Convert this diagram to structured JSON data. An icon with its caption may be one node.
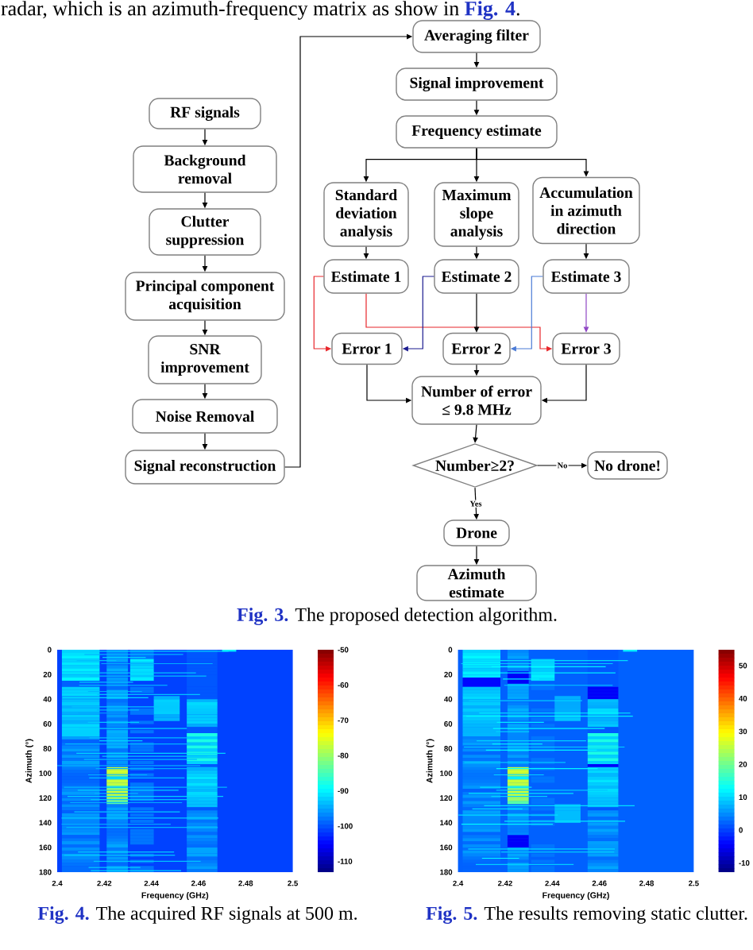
{
  "diagram": {
    "caption": "**Fig. 3.** The proposed detection algorithm.",
    "nodes": [
      {
        "text": [
          "RF signals"
        ]
      },
      {
        "text": [
          "Background removal"
        ]
      },
      {
        "text": [
          "Clutter suppression"
        ]
      },
      {
        "text": [
          "Principal component acquisition"
        ]
      },
      {
        "text": [
          "SNR improvement"
        ]
      },
      {
        "text": [
          "Noise Removal"
        ]
      },
      {
        "text": [
          "Signal reconstruction"
        ]
      },
      {
        "text": [
          "Averaging filter"
        ]
      },
      {
        "text": [
          "Signal improvement"
        ]
      },
      {
        "text": [
          "Frequency estimate"
        ]
      },
      {
        "text": [
          "Standard deviation analysis"
        ]
      },
      {
        "text": [
          "Maximum slope analysis"
        ]
      },
      {
        "text": [
          "Accumulation in azimuth direction"
        ]
      },
      {
        "text": [
          "Estimate 1"
        ]
      },
      {
        "text": [
          "Estimate 2"
        ]
      },
      {
        "text": [
          "Estimate 3"
        ]
      },
      {
        "text": [
          "Error 1"
        ]
      },
      {
        "text": [
          "Error 2"
        ]
      },
      {
        "text": [
          "Error 3"
        ]
      },
      {
        "text": [
          "Number of error ≤ 9.8 MHz"
        ]
      },
      {
        "text": [
          "Number≥2?"
        ]
      },
      {
        "text": [
          "No drone!"
        ]
      },
      {
        "text": [
          "Drone"
        ]
      },
      {
        "text": [
          "Azimuth estimate"
        ]
      }
    ],
    "edges": [
      {
        "from": 0,
        "to": 1,
        "arrow": "to"
      },
      {
        "from": 1,
        "to": 2,
        "arrow": "to"
      },
      {
        "from": 2,
        "to": 3,
        "arrow": "to"
      },
      {
        "from": 3,
        "to": 4,
        "arrow": "to"
      },
      {
        "from": 4,
        "to": 5,
        "arrow": "to"
      },
      {
        "from": 5,
        "to": 6,
        "arrow": "to"
      },
      {
        "from": 6,
        "to": 7,
        "arrow": "to"
      },
      {
        "from": 7,
        "to": 8,
        "arrow": "to"
      },
      {
        "from": 8,
        "to": 9,
        "arrow": "to"
      },
      {
        "from": 9,
        "to": 10,
        "arrow": "to"
      },
      {
        "from": 9,
        "to": 11,
        "arrow": "to"
      },
      {
        "from": 9,
        "to": 12,
        "arrow": "to"
      },
      {
        "from": 10,
        "to": 13,
        "arrow": "to"
      },
      {
        "from": 11,
        "to": 14,
        "arrow": "to"
      },
      {
        "from": 12,
        "to": 15,
        "arrow": "to"
      },
      {
        "from": 13,
        "to": 16,
        "arrow": "to",
        "color": "#e8262b"
      },
      {
        "from": 13,
        "to": 18,
        "arrow": "to",
        "color": "#e8262b"
      },
      {
        "from": 14,
        "to": 16,
        "arrow": "to",
        "color": "#1b1b8f"
      },
      {
        "from": 14,
        "to": 17,
        "arrow": "to"
      },
      {
        "from": 15,
        "to": 17,
        "arrow": "to",
        "color": "#4a7bd6"
      },
      {
        "from": 15,
        "to": 18,
        "arrow": "to",
        "color": "#8e44c4"
      },
      {
        "from": 16,
        "to": 19,
        "arrow": "to"
      },
      {
        "from": 17,
        "to": 19,
        "arrow": "to"
      },
      {
        "from": 18,
        "to": 19,
        "arrow": "to"
      },
      {
        "from": 19,
        "to": 20,
        "arrow": "to"
      },
      {
        "from": 20,
        "to": 21,
        "arrow": "to",
        "label": "No"
      },
      {
        "from": 20,
        "to": 22,
        "arrow": "to",
        "label": "Yes"
      },
      {
        "from": 22,
        "to": 23,
        "arrow": "to"
      }
    ],
    "labels": [
      "radar, which is an azimuth-frequency matrix as show in **Fig. 4**.",
      "0",
      "20",
      "40",
      "60",
      "80",
      "100",
      "120",
      "140",
      "160",
      "180",
      "2.4",
      "2.42",
      "2.44",
      "2.46",
      "2.48",
      "2.5",
      "Frequency (GHz)",
      "Azimuth (°)",
      "-50",
      "-60",
      "-70",
      "-80",
      "-90",
      "-100",
      "-110",
      "**Fig. 4.** The acquired RF signals at 500 m.",
      "0",
      "20",
      "40",
      "60",
      "80",
      "100",
      "120",
      "140",
      "160",
      "180",
      "2.4",
      "2.42",
      "2.44",
      "2.46",
      "2.48",
      "2.5",
      "Frequency (GHz)",
      "Azimuth (°)",
      "50",
      "40",
      "30",
      "20",
      "10",
      "0",
      "-10",
      "**Fig. 5.** The results removing static clutter."
    ]
  }
}
